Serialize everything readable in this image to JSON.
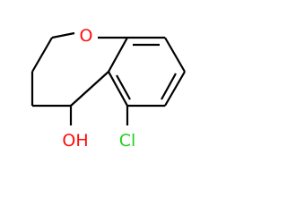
{
  "molecule": {
    "atoms": {
      "oxygen": {
        "label": "O",
        "color": "#ff0d0d"
      },
      "hydroxyl": {
        "label": "OH",
        "color": "#ff0d0d"
      },
      "chlorine": {
        "label": "Cl",
        "color": "#1fd21f"
      }
    }
  }
}
